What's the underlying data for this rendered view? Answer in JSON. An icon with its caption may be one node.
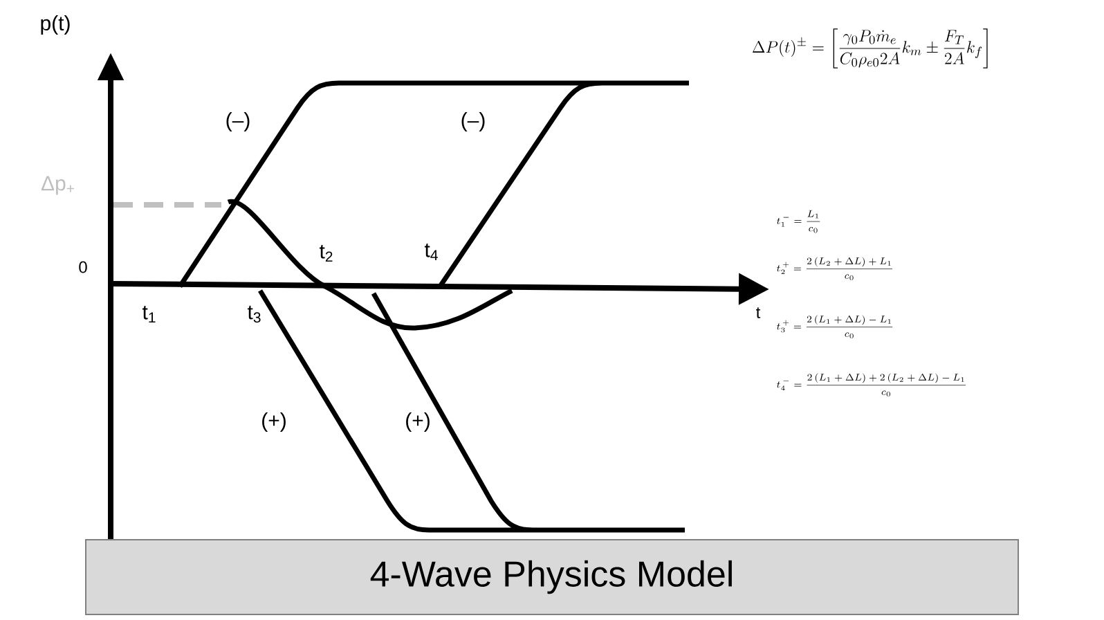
{
  "diagram": {
    "nodes": [
      {
        "text": [
          "4-Wave Physics Model"
        ]
      }
    ],
    "labels": [
      "p(t)",
      "\\Delta P(t)^{\\pm}=\\left[\\frac{\\gamma_0 P_0 \\dot{m}_e}{C_0\\rho_{e0}2A}k_m \\pm \\frac{F_T}{2A}k_f\\right]",
      "(–)",
      "(–)",
      "Δp$_{+}$",
      "t_1^{\\,-}=\\frac{L_1}{c_0}",
      "t_2^{\\,+}=\\frac{2\\left(L_2+\\Delta L\\right)+L_1}{c_0}",
      "0",
      "t$_{2}$",
      "t$_{4}$",
      "t_3^{\\,+}=\\frac{2\\left(L_1+\\Delta L\\right)-L_1}{c_0}",
      "t",
      "t$_{1}$",
      "t$_{3}$",
      "t_4^{\\,-}=\\frac{2\\left(L_1+\\Delta L\\right)+2\\left(L_2+\\Delta L\\right)-L_1}{c_0}",
      "(+)",
      "(+)"
    ]
  }
}
